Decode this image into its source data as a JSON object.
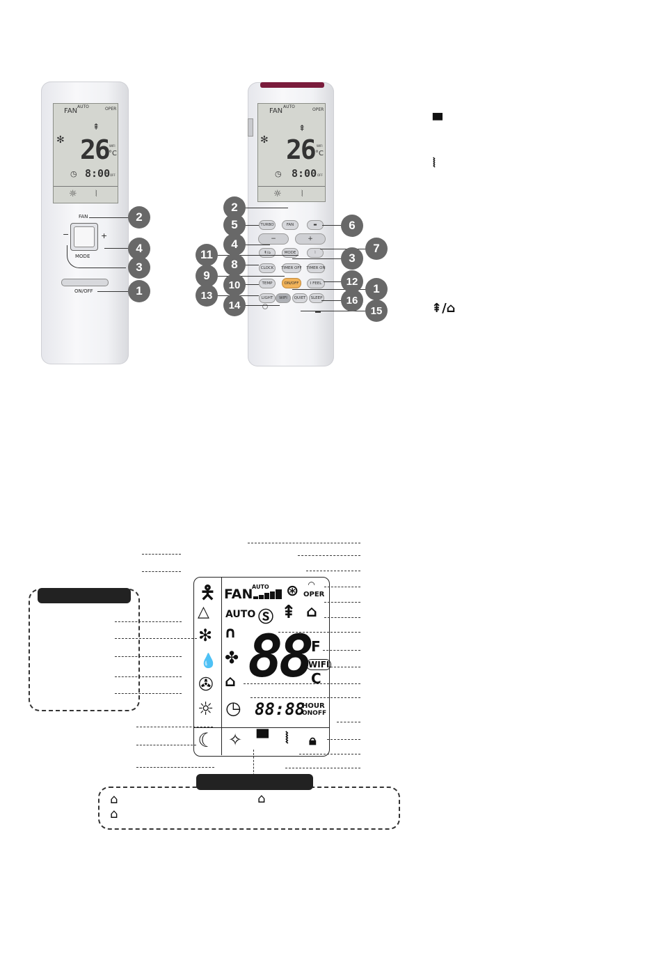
{
  "remote_a": {
    "lcd": {
      "fan": "FAN",
      "auto": "AUTO",
      "oper": "OPER",
      "temp": "26",
      "unit": "°C",
      "wifi": "WIFI",
      "time": "8:00",
      "off": "OFF"
    },
    "buttons": {
      "fan": "FAN",
      "mode": "MODE",
      "onoff": "ON/OFF",
      "minus": "−",
      "plus": "+"
    },
    "callouts": [
      "2",
      "4",
      "3",
      "1"
    ]
  },
  "remote_b": {
    "lcd": {
      "fan": "FAN",
      "auto": "AUTO",
      "oper": "OPER",
      "temp": "26",
      "unit": "°C",
      "wifi": "WIFI",
      "time": "8:00",
      "off": "OFF"
    },
    "buttons": {
      "turbo": "TURBO",
      "fan": "FAN",
      "minus": "−",
      "plus": "+",
      "mode": "MODE",
      "clock": "CLOCK",
      "timer_off": "TIMER OFF",
      "timer_on": "TIMER ON",
      "temp": "TEMP",
      "onoff": "ON/OFF",
      "ifeel": "I FEEL",
      "light": "LIGHT",
      "wifi": "WIFI",
      "quiet": "QUIET",
      "sleep": "SLEEP"
    },
    "callouts": {
      "c2": "2",
      "c5": "5",
      "c6": "6",
      "c4": "4",
      "c7": "7",
      "c11": "11",
      "c3": "3",
      "c8": "8",
      "c9": "9",
      "c10": "10",
      "c12": "12",
      "c1": "1",
      "c13": "13",
      "c14": "14",
      "c16": "16",
      "c15": "15"
    }
  },
  "display": {
    "fan": "FAN",
    "auto_small": "AUTO",
    "oper": "OPER",
    "auto": "AUTO",
    "digits": "88",
    "f": "F",
    "c": "C",
    "wifi": "WIFI",
    "time": "88:88",
    "hour": "HOUR",
    "onoff": "ONOFF"
  }
}
